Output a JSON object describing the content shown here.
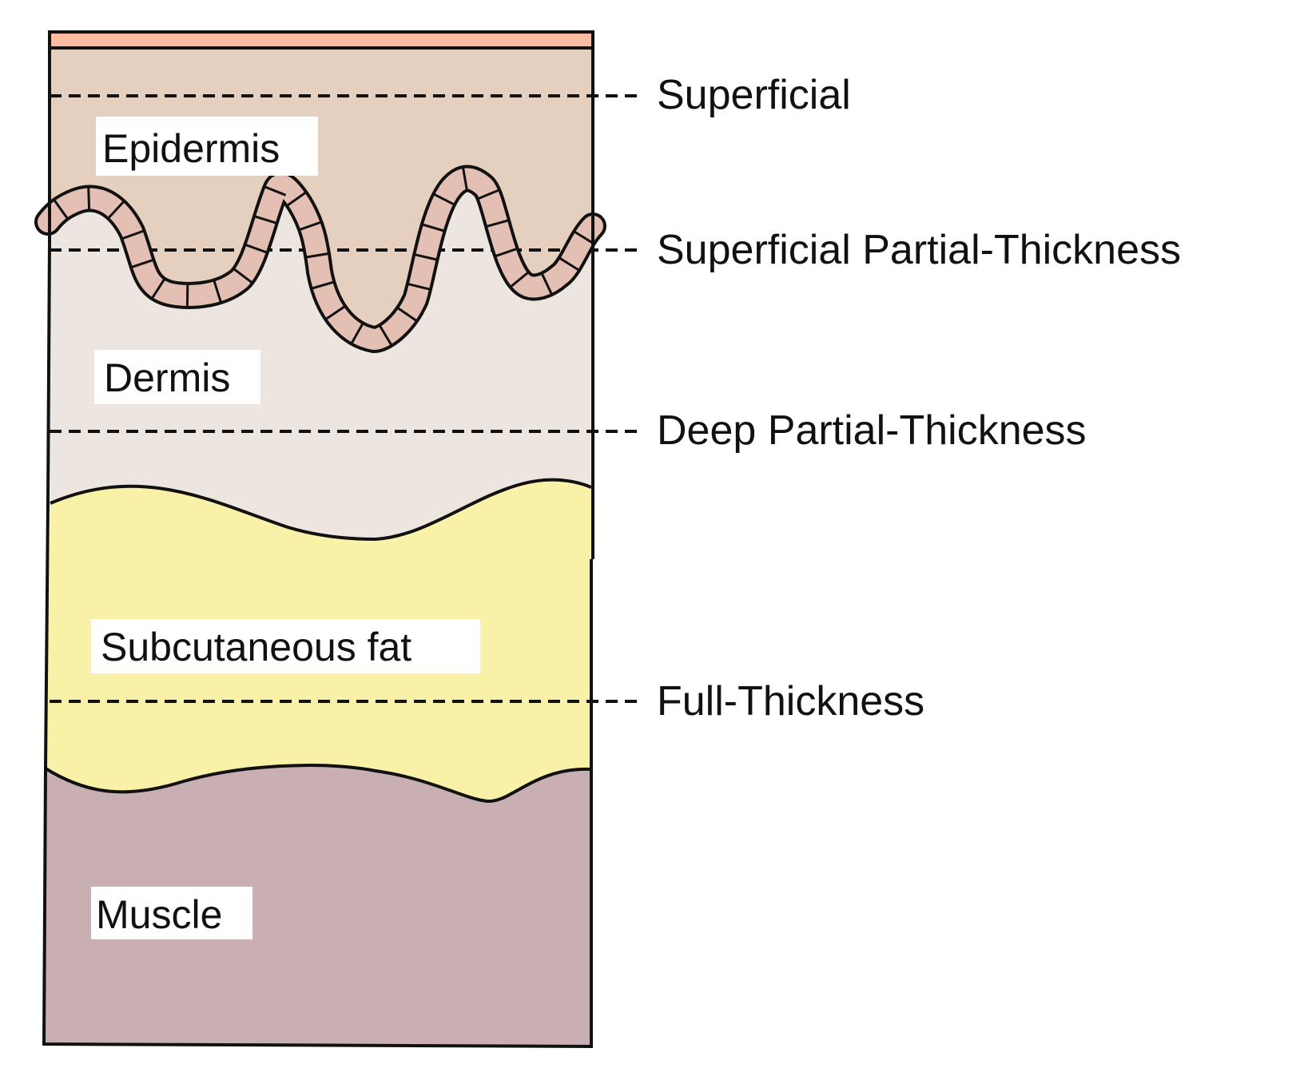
{
  "diagram": {
    "layers": [
      {
        "name": "Epidermis",
        "color": "#E5D0BF"
      },
      {
        "name": "Dermis",
        "color": "#EDE5E0"
      },
      {
        "name": "Subcutaneous fat",
        "color": "#F9F1A7"
      },
      {
        "name": "Muscle",
        "color": "#C9AFB2"
      }
    ],
    "depth_levels": [
      {
        "label": "Superficial"
      },
      {
        "label": "Superficial Partial-Thickness"
      },
      {
        "label": "Deep Partial-Thickness"
      },
      {
        "label": "Full-Thickness"
      }
    ],
    "colors": {
      "surface_strip": "#FDBBA3",
      "basement_band": "#E3BFB4",
      "outline": "#111111",
      "background": "#FFFFFF"
    }
  }
}
